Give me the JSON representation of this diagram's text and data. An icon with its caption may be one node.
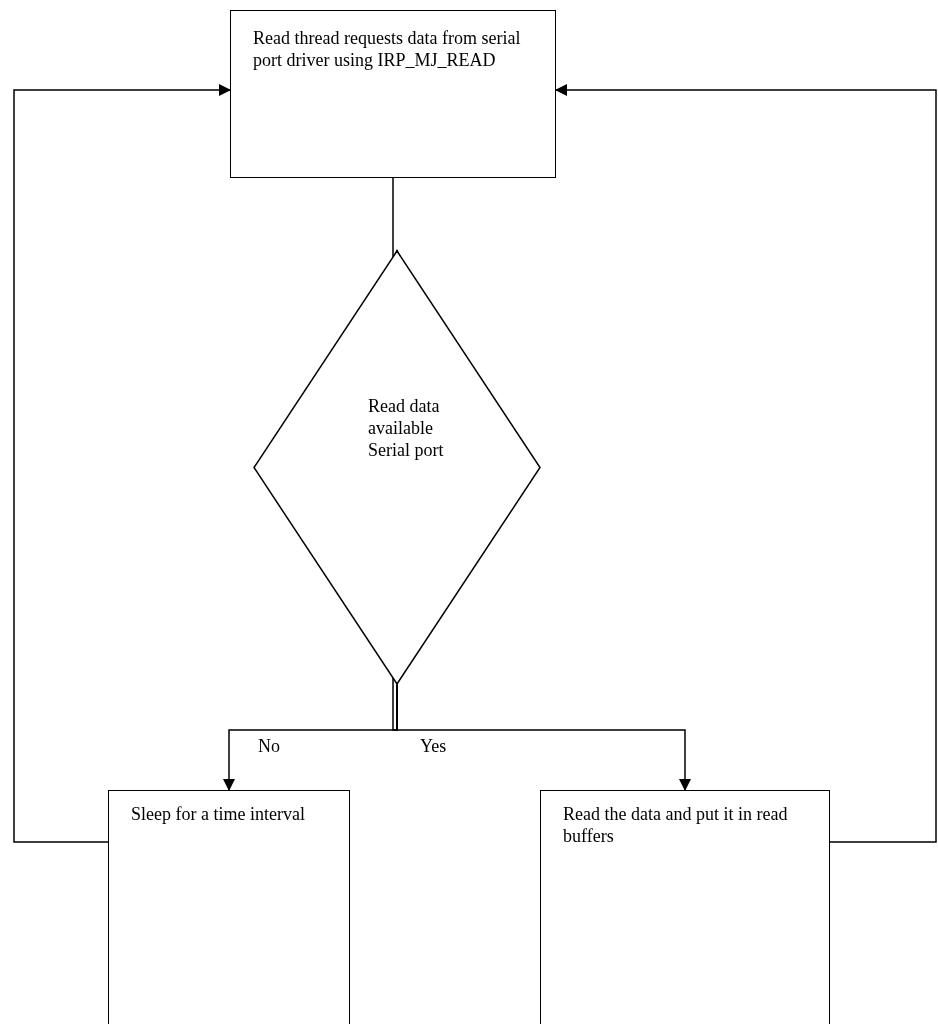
{
  "diagram": {
    "nodes": [
      {
        "text": [
          "Read thread requests data from serial port driver using IRP_MJ_READ"
        ]
      },
      {
        "text": [
          "Read data available Serial port"
        ]
      },
      {
        "text": [
          "Sleep for a time interval"
        ]
      },
      {
        "text": [
          "Read the data and put it in read buffers"
        ]
      }
    ],
    "edges": [
      {
        "from": 0,
        "to": 1,
        "arrow": "to"
      },
      {
        "from": 1,
        "to": 2,
        "arrow": "to",
        "label": "No"
      },
      {
        "from": 1,
        "to": 3,
        "arrow": "to",
        "label": "Yes"
      },
      {
        "from": 2,
        "to": 0,
        "arrow": "to"
      },
      {
        "from": 3,
        "to": 0,
        "arrow": "to"
      }
    ]
  }
}
